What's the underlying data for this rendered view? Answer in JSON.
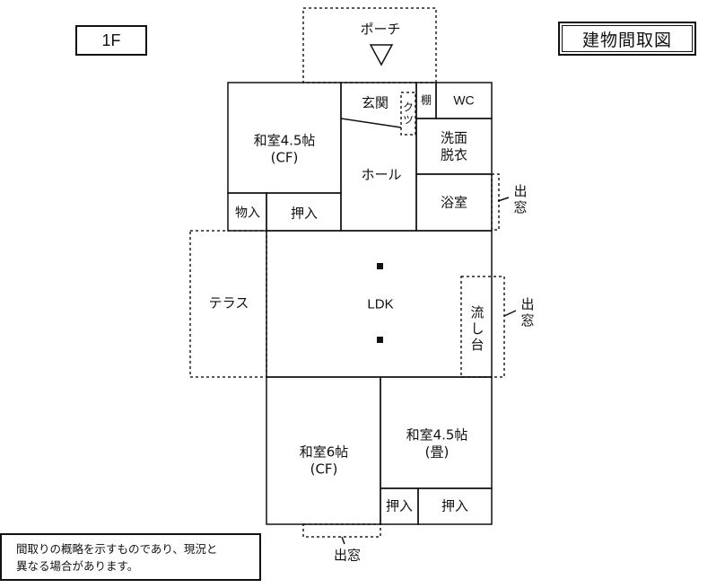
{
  "floor_label": "1F",
  "title": "建物間取図",
  "notice": {
    "line1": "間取りの概略を示すものであり、現況と",
    "line2": "異なる場合があります。"
  },
  "rooms": {
    "porch": "ポーチ",
    "entrance": "玄関",
    "shoes": [
      "ク",
      "ツ"
    ],
    "shelf": "棚",
    "wc": "WC",
    "washroom_line1": "洗面",
    "washroom_line2": "脱衣",
    "hall": "ホール",
    "bath": "浴室",
    "washitsu_a_name": "和室4.5帖",
    "washitsu_a_floor": "(CF)",
    "storage": "物入",
    "closet_a": "押入",
    "terrace": "テラス",
    "ldk": "LDK",
    "sink": [
      "流",
      "し",
      "台"
    ],
    "washitsu_b_name": "和室6帖",
    "washitsu_b_floor": "(CF)",
    "washitsu_c_name": "和室4.5帖",
    "washitsu_c_floor": "(畳)",
    "closet_b": "押入",
    "closet_c": "押入"
  },
  "window_label": "出窓",
  "window_vertical": [
    "出",
    "窓"
  ]
}
